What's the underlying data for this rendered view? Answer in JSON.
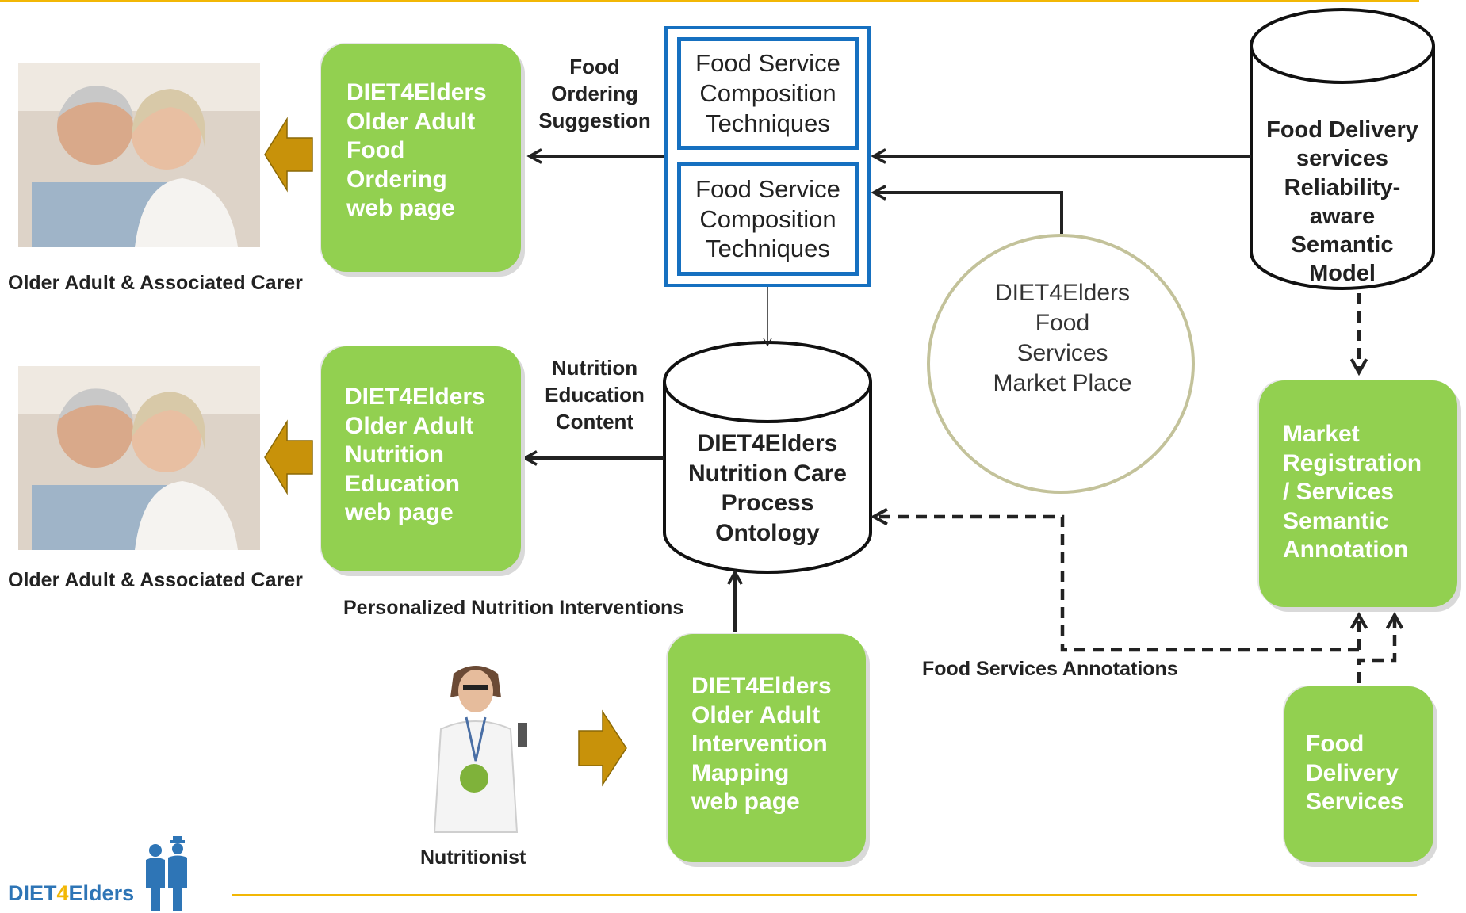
{
  "logo": {
    "prefix": "DIET",
    "four": "4",
    "suffix": "Elders"
  },
  "boxes": {
    "ordering_page": "DIET4Elders\nOlder Adult\nFood\nOrdering\nweb page",
    "education_page": "DIET4Elders\nOlder Adult\nNutrition\nEducation\nweb page",
    "intervention_page": "DIET4Elders\nOlder Adult\nIntervention\nMapping\nweb page",
    "market_registration": "Market\nRegistration\n/ Services\nSemantic\nAnnotation",
    "food_delivery": "Food\nDelivery\nServices"
  },
  "composition": {
    "top": "Food Service\nComposition\nTechniques",
    "bottom": "Food Service\nComposition\nTechniques"
  },
  "databases": {
    "reliability_model": "Food Delivery\nservices\nReliability-\naware\nSemantic\nModel",
    "ontology": "DIET4Elders\nNutrition Care\nProcess\nOntology"
  },
  "market_place": {
    "label": "DIET4Elders\nFood\nServices\nMarket Place",
    "icon": "shopping-cart-icon"
  },
  "labels": {
    "food_ordering_suggestion": "Food\nOrdering\nSuggestion",
    "nutrition_education_content": "Nutrition\nEducation\nContent",
    "personalized_interventions": "Personalized Nutrition Interventions",
    "food_services_annotations": "Food Services Annotations",
    "carer_1": "Older Adult & Associated Carer",
    "carer_2": "Older Adult & Associated Carer",
    "nutritionist": "Nutritionist"
  },
  "colors": {
    "green": "#92d050",
    "blue": "#1670c0",
    "gold": "#c8920a",
    "accent_rule": "#f2b705",
    "logo_blue": "#2e75b6"
  }
}
